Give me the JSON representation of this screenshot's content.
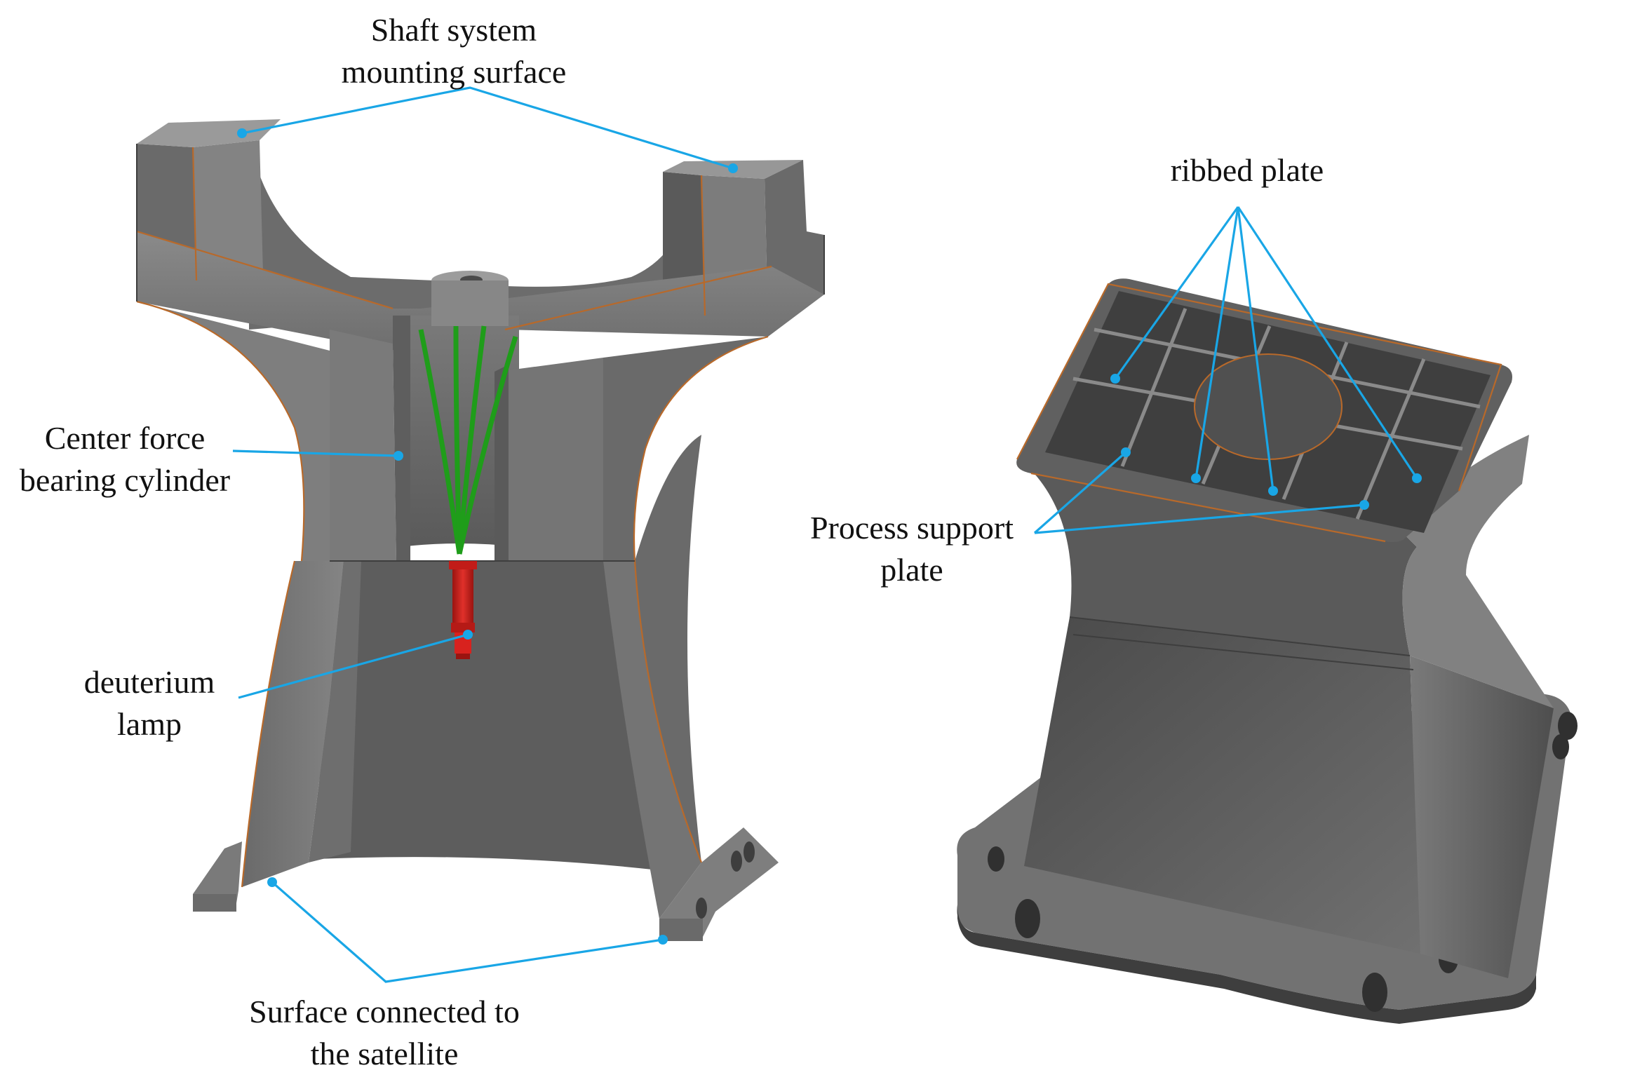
{
  "labels": {
    "shaft_line1": "Shaft system",
    "shaft_line2": "mounting surface",
    "center_line1": "Center force",
    "center_line2": "bearing cylinder",
    "lamp_line1": "deuterium",
    "lamp_line2": "lamp",
    "surface_line1": "Surface connected to",
    "surface_line2": "the satellite",
    "ribbed": "ribbed plate",
    "process_line1": "Process support",
    "process_line2": "plate"
  },
  "colors": {
    "leader": "#19a6e6",
    "body_gray": "#707070",
    "edge_orange": "#b8692a",
    "lamp_red": "#d8221e",
    "ray_green": "#1f9d1a"
  }
}
